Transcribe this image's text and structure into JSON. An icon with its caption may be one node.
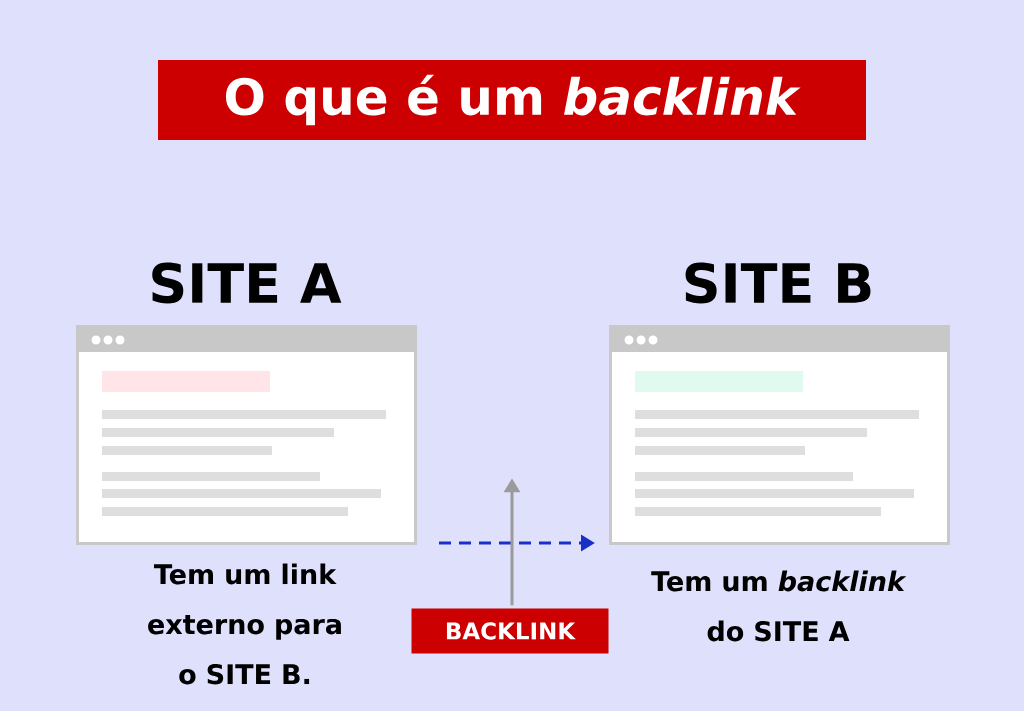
{
  "diagram": {
    "title": "O que é um *backlink*",
    "nodes": [
      {
        "text": [
          "SITE A"
        ],
        "beside": [
          "Tem um link externo para o SITE B."
        ]
      },
      {
        "text": [
          "SITE B"
        ],
        "beside": [
          "Tem um *backlink* do SITE A"
        ]
      },
      {
        "text": [
          "BACKLINK"
        ]
      }
    ],
    "edges": [
      {
        "from": 0,
        "to": 1,
        "arrow": "to",
        "style": "dashed",
        "color": "#1a30c8"
      },
      {
        "from": 2,
        "to": null,
        "arrow": "to",
        "color": "#9a9a9a"
      }
    ]
  }
}
